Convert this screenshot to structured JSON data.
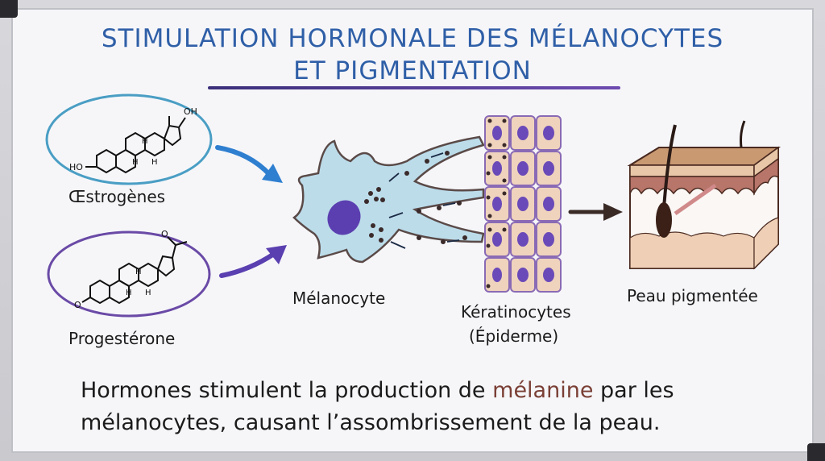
{
  "title": {
    "line1": "STIMULATION HORMONALE DES MÉLANOCYTES",
    "line2": "ET PIGMENTATION"
  },
  "hormones": [
    {
      "name": "Œstrogènes",
      "color": "#4a9ec4",
      "substituents": [
        "OH",
        "HO",
        "H",
        "H",
        "H"
      ]
    },
    {
      "name": "Progestérone",
      "color": "#6a4aa6",
      "substituents": [
        "O",
        "O",
        "H",
        "H",
        "H"
      ]
    }
  ],
  "cells": {
    "melanocyte": "Mélanocyte",
    "keratinocytes_line1": "Kératinocytes",
    "keratinocytes_line2": "(Épiderme)",
    "skin": "Peau pigmentée"
  },
  "caption": {
    "part1": "Hormones stimulent la production de ",
    "highlight": "mélanine",
    "part2": " par les mélanocytes, causant l’assombrissement de la peau."
  },
  "colors": {
    "title": "#2f5fa7",
    "underline": "#4b3b8f",
    "estrogen_ring": "#4a9ec4",
    "progesterone_ring": "#6a4aa6",
    "melanocyte_fill": "#bcdcea",
    "nucleus": "#5b3fb0",
    "keratinocyte_fill": "#efd3bd",
    "melanin_highlight": "#7a3f35"
  }
}
